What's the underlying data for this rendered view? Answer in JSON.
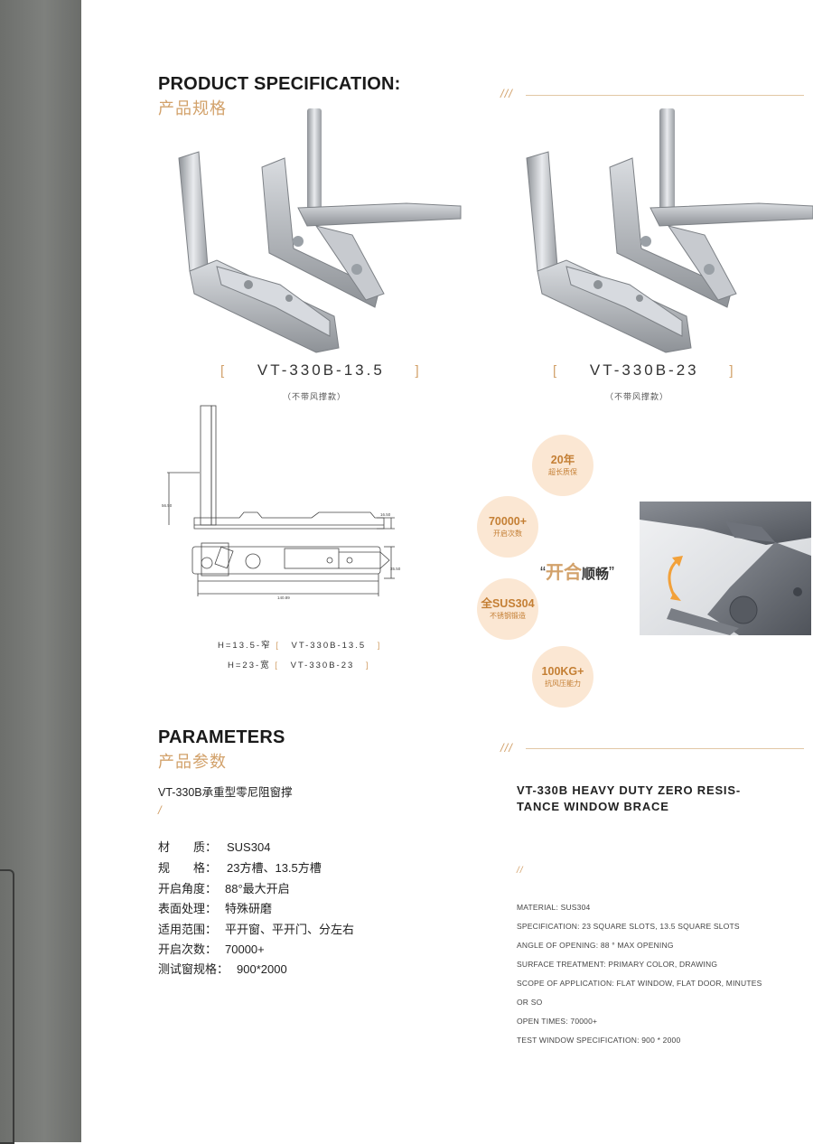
{
  "section1": {
    "title_en": "PRODUCT SPECIFICATION:",
    "title_cn": "产品规格",
    "slash": "///"
  },
  "products": [
    {
      "model": "VT-330B-13.5",
      "bracket_open": "[",
      "bracket_close": "]",
      "note": "（不带风撑款）"
    },
    {
      "model": "VT-330B-23",
      "bracket_open": "[",
      "bracket_close": "]",
      "note": "（不带风撑款）"
    }
  ],
  "drawing": {
    "dim_height": "56.50",
    "dim_a": "16.50",
    "dim_b": "35.50",
    "dim_length": "140.89"
  },
  "variants": [
    {
      "h": "H=13.5-窄",
      "open": "[",
      "model": "VT-330B-13.5",
      "close": "]"
    },
    {
      "h": "H=23-宽",
      "open": "[",
      "model": "VT-330B-23",
      "close": "]"
    }
  ],
  "features": [
    {
      "value": "20年",
      "label": "超长质保"
    },
    {
      "value": "70000+",
      "label": "开启次数"
    },
    {
      "value": "全SUS304",
      "label": "不锈钢锻造"
    },
    {
      "value": "100KG+",
      "label": "抗风压能力"
    }
  ],
  "tagline": {
    "q1": "“",
    "main": "开合",
    "sub": "顺畅",
    "q2": "”"
  },
  "section2": {
    "title_en": "PARAMETERS",
    "title_cn": "产品参数",
    "slash": "///",
    "product_name": "VT-330B承重型零尼阻窗撑",
    "mark": "/"
  },
  "specs": [
    {
      "key": "材　　质：",
      "value": "SUS304"
    },
    {
      "key": "规　　格：",
      "value": "23方槽、13.5方槽"
    },
    {
      "key": "开启角度：",
      "value": "88°最大开启"
    },
    {
      "key": "表面处理：",
      "value": "特殊研磨"
    },
    {
      "key": "适用范围：",
      "value": "平开窗、平开门、分左右"
    },
    {
      "key": "开启次数：",
      "value": "70000+"
    },
    {
      "key": "测试窗规格：",
      "value": "900*2000"
    }
  ],
  "english": {
    "title_line1": "VT-330B HEAVY DUTY ZERO RESIS-",
    "title_line2": "TANCE WINDOW BRACE",
    "mark": "//",
    "rows": [
      "MATERIAL: SUS304",
      "SPECIFICATION: 23 SQUARE SLOTS, 13.5 SQUARE SLOTS",
      "ANGLE OF OPENING: 88 ° MAX OPENING",
      "SURFACE TREATMENT: PRIMARY COLOR, DRAWING",
      "SCOPE OF APPLICATION: FLAT WINDOW, FLAT DOOR, MINUTES",
      "OR SO",
      "OPEN TIMES: 70000+",
      "TEST WINDOW SPECIFICATION: 900 * 2000"
    ]
  },
  "colors": {
    "accent": "#d2a16a",
    "sidebar": "#777976",
    "badge_bg": "#fbe7d3",
    "badge_text": "#c47f34"
  }
}
